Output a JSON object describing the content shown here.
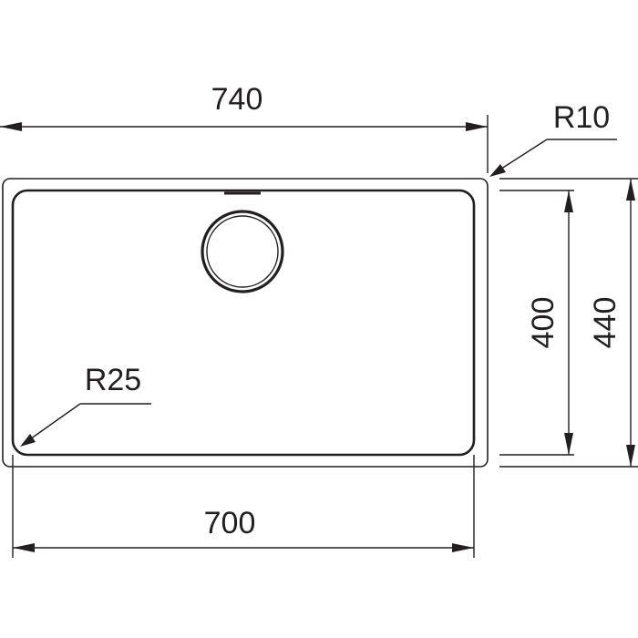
{
  "dimensions": {
    "outer_width": "740",
    "inner_width": "700",
    "inner_depth": "400",
    "outer_depth": "440",
    "outer_corner_radius": "R10",
    "inner_corner_radius": "R25"
  }
}
